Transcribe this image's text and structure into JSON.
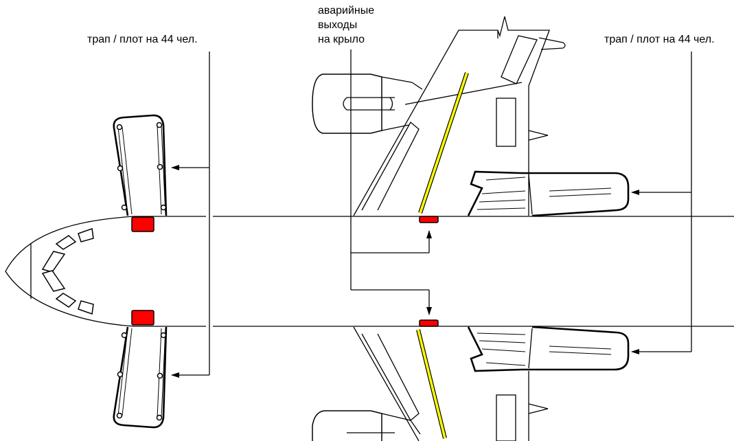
{
  "labels": {
    "slide_left": "трап / плот на 44 чел.",
    "slide_right": "трап / плот на 44 чел.",
    "wing_exits_line1": "аварийные",
    "wing_exits_line2": "выходы",
    "wing_exits_line3": "на крыло"
  },
  "colors": {
    "door": "#ff0000",
    "escape_path": "#ffff00",
    "outline": "#000000",
    "background": "#ffffff"
  }
}
